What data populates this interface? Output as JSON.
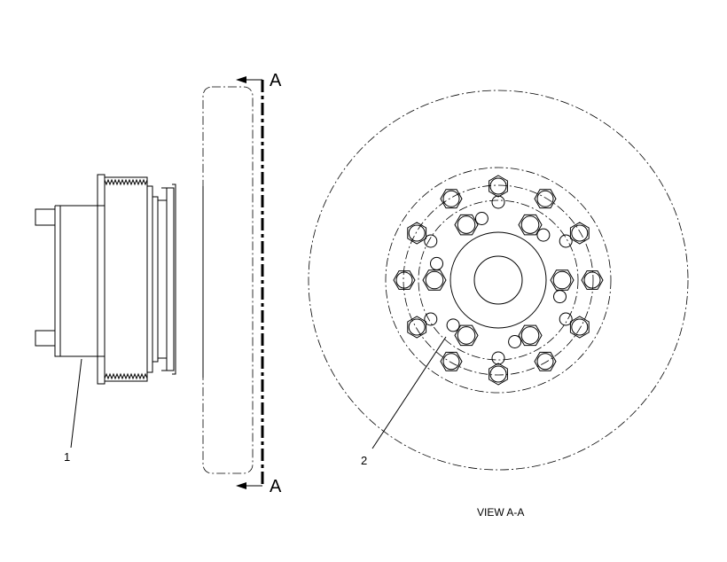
{
  "section_label_top": "A",
  "section_label_bottom": "A",
  "callout_1": "1",
  "callout_2": "2",
  "view_caption": "VIEW A-A",
  "line_color": "#000000",
  "background_color": "#ffffff"
}
